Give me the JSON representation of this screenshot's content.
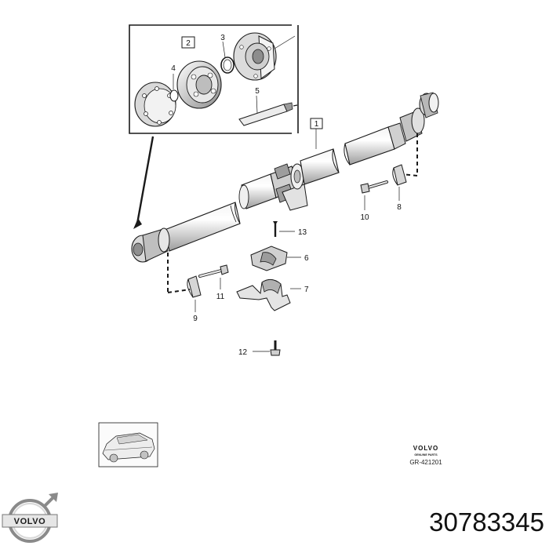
{
  "callouts": {
    "c1": "1",
    "c2": "2",
    "c3": "3",
    "c4": "4",
    "c5": "5",
    "c6": "6",
    "c7": "7",
    "c8": "8",
    "c9": "9",
    "c10": "10",
    "c11": "11",
    "c12": "12",
    "c13": "13"
  },
  "brand": {
    "name": "VOLVO",
    "tagline": "GENUINE PARTS",
    "drawing_code": "GR-421201"
  },
  "logo": {
    "text": "VOLVO"
  },
  "part_number": "30783345",
  "colors": {
    "line": "#1a1a1a",
    "shade": "#d4d4d4",
    "mid": "#a8a8a8",
    "background": "#ffffff"
  }
}
